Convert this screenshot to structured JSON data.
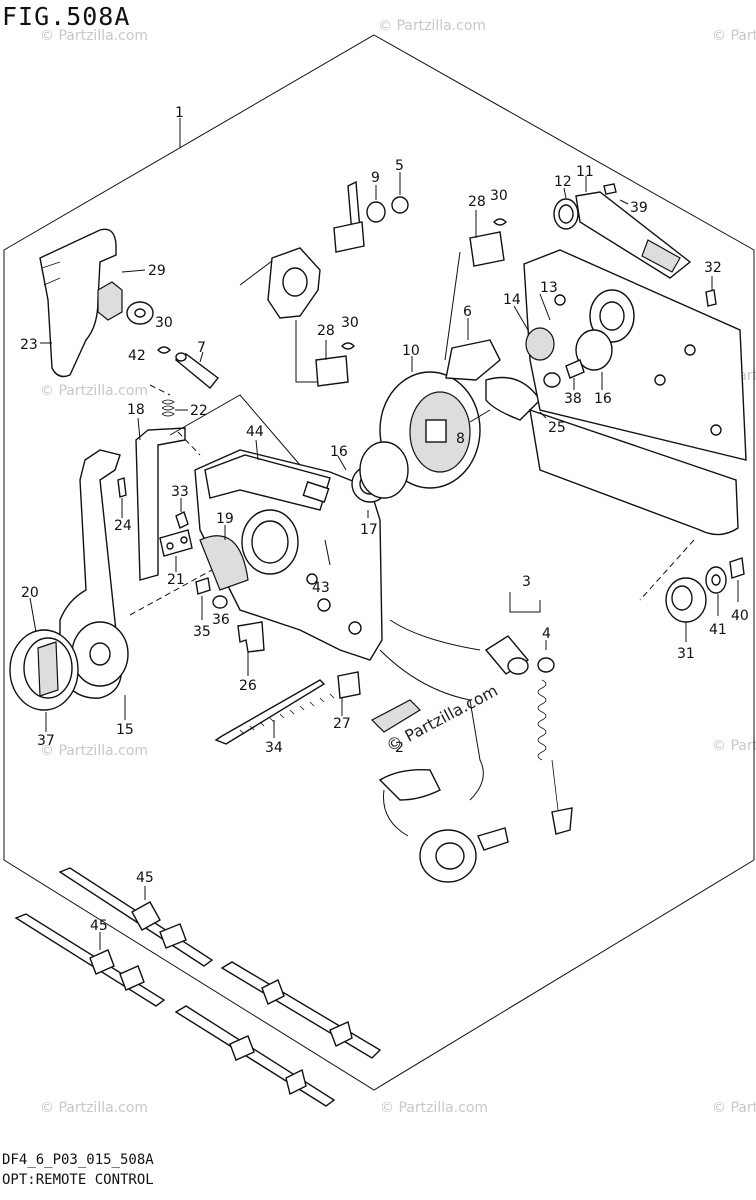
{
  "figure": {
    "title": "FIG.508A",
    "code": "DF4_6_P03_015_508A",
    "caption": "OPT:REMOTE CONTROL"
  },
  "watermarks": {
    "text": "© Partzilla.com"
  },
  "callouts": {
    "c1": "1",
    "c2": "2",
    "c3": "3",
    "c4": "4",
    "c5": "5",
    "c6": "6",
    "c7": "7",
    "c8": "8",
    "c9": "9",
    "c10": "10",
    "c11": "11",
    "c12": "12",
    "c13": "13",
    "c14": "14",
    "c15": "15",
    "c16a": "16",
    "c16b": "16",
    "c17": "17",
    "c18": "18",
    "c19": "19",
    "c20": "20",
    "c21": "21",
    "c22": "22",
    "c23": "23",
    "c24": "24",
    "c25": "25",
    "c26": "26",
    "c27": "27",
    "c28a": "28",
    "c28b": "28",
    "c29": "29",
    "c30a": "30",
    "c30b": "30",
    "c30c": "30",
    "c31": "31",
    "c32": "32",
    "c33": "33",
    "c34": "34",
    "c35": "35",
    "c36": "36",
    "c37": "37",
    "c38": "38",
    "c39": "39",
    "c40": "40",
    "c41": "41",
    "c42": "42",
    "c43": "43",
    "c44": "44",
    "c45a": "45",
    "c45b": "45"
  }
}
